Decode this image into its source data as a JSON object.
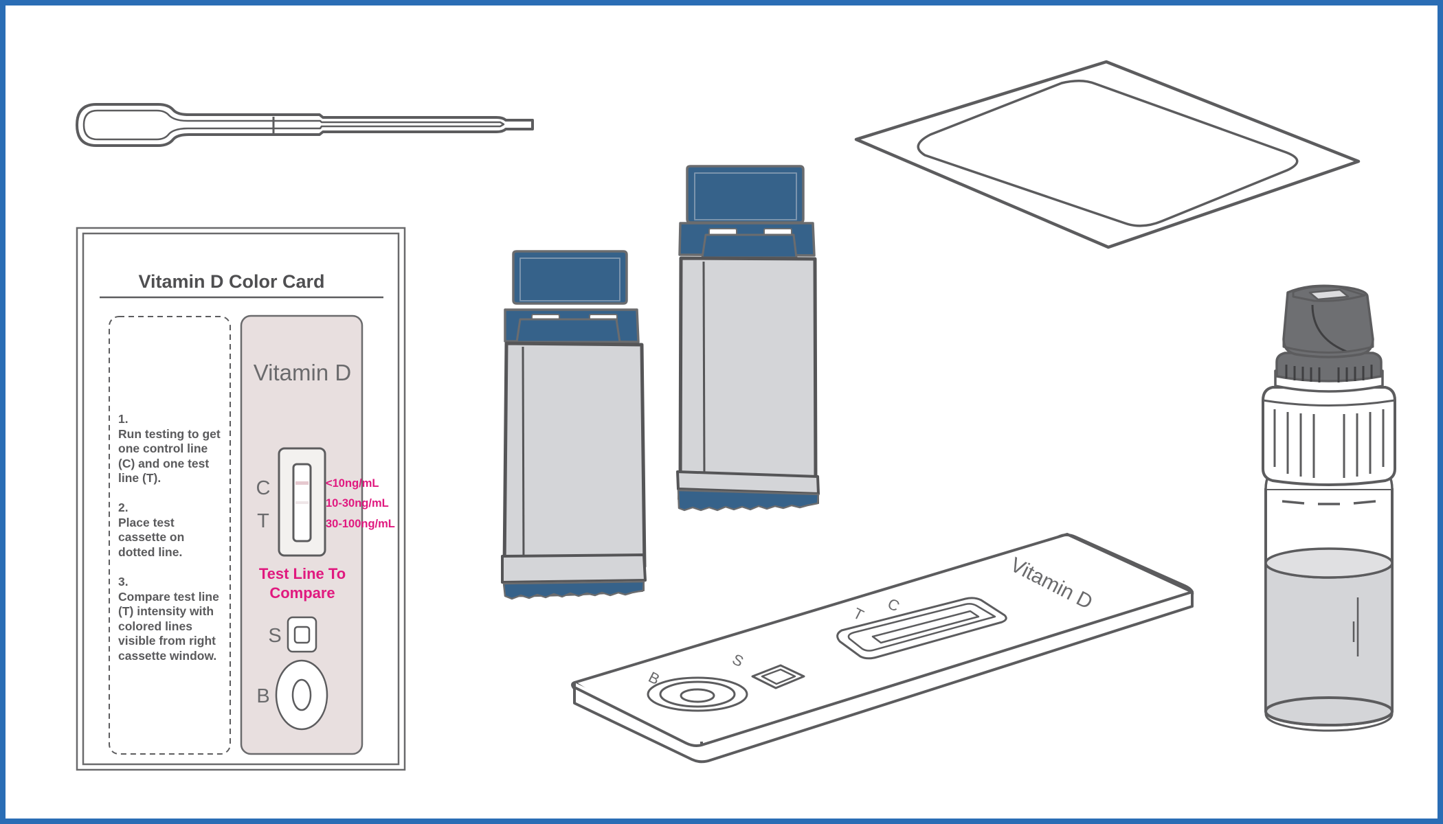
{
  "colors": {
    "frame": "#2a6db5",
    "line": "#5c5c5e",
    "accent_pink": "#e0197f",
    "cap_blue": "#36628a",
    "cassette_gray": "#d4d5d8",
    "card_panel": "#e8dfdf"
  },
  "color_card": {
    "title": "Vitamin D Color Card",
    "steps": [
      {
        "number": "1.",
        "lines": [
          "Run testing to get",
          "one control line",
          "(C) and one test",
          "line (T)."
        ]
      },
      {
        "number": "2.",
        "lines": [
          "Place test",
          "cassette on",
          "dotted line."
        ]
      },
      {
        "number": "3.",
        "lines": [
          "Compare test line",
          "(T) intensity with",
          "colored lines",
          "visible from right",
          "cassette window."
        ]
      }
    ],
    "panel_label": "Vitamin D",
    "control_letter": "C",
    "test_letter": "T",
    "ranges": [
      "<10ng/mL",
      "10-30ng/mL",
      "30-100ng/mL"
    ],
    "compare_lines": [
      "Test Line To",
      "Compare"
    ],
    "sample_letter": "S",
    "buffer_letter": "B"
  },
  "test_strip": {
    "label": "Vitamin D",
    "control_letter": "C",
    "test_letter": "T",
    "sample_letter": "S",
    "buffer_letter": "B"
  },
  "items": [
    "dropper-pipette",
    "color-card",
    "lancet-pair",
    "alcohol-pad",
    "test-cassette",
    "buffer-bottle"
  ]
}
